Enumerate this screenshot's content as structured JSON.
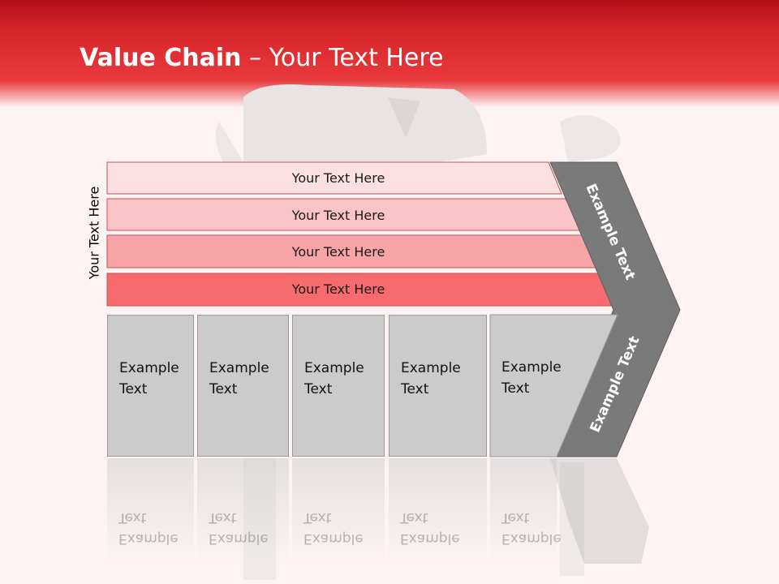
{
  "slide": {
    "title_bold": "Value Chain",
    "title_rest": " – Your Text Here",
    "side_label": "Your Text Here",
    "rows": [
      {
        "label": "Your Text Here",
        "color": "#fde1e2"
      },
      {
        "label": "Your Text Here",
        "color": "#fbc4c6"
      },
      {
        "label": "Your Text Here",
        "color": "#f9a5a8"
      },
      {
        "label": "Your Text Here",
        "color": "#f76b6e"
      }
    ],
    "boxes": [
      {
        "label": "Example\nText"
      },
      {
        "label": "Example\nText"
      },
      {
        "label": "Example\nText"
      },
      {
        "label": "Example\nText"
      },
      {
        "label": "Example\nText"
      }
    ],
    "chevron_top": "Example Text",
    "chevron_bottom": "Example Text",
    "colors": {
      "header": "#d8262b",
      "chevron": "#7a7a7a",
      "box": "#cbcbcb"
    }
  }
}
